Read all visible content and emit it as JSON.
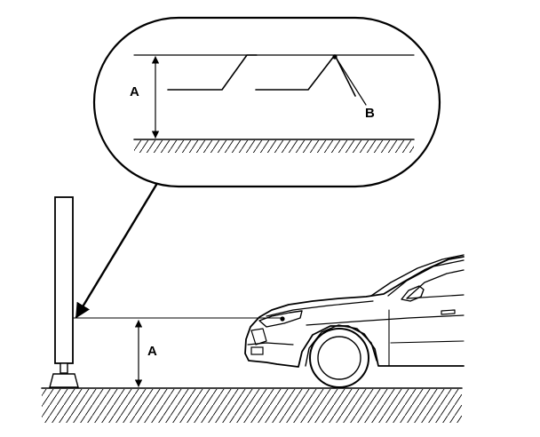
{
  "labels": {
    "dim_inset": "A",
    "dim_main": "A",
    "point_b": "B"
  },
  "colors": {
    "ink": "#000000",
    "paper": "#ffffff"
  }
}
